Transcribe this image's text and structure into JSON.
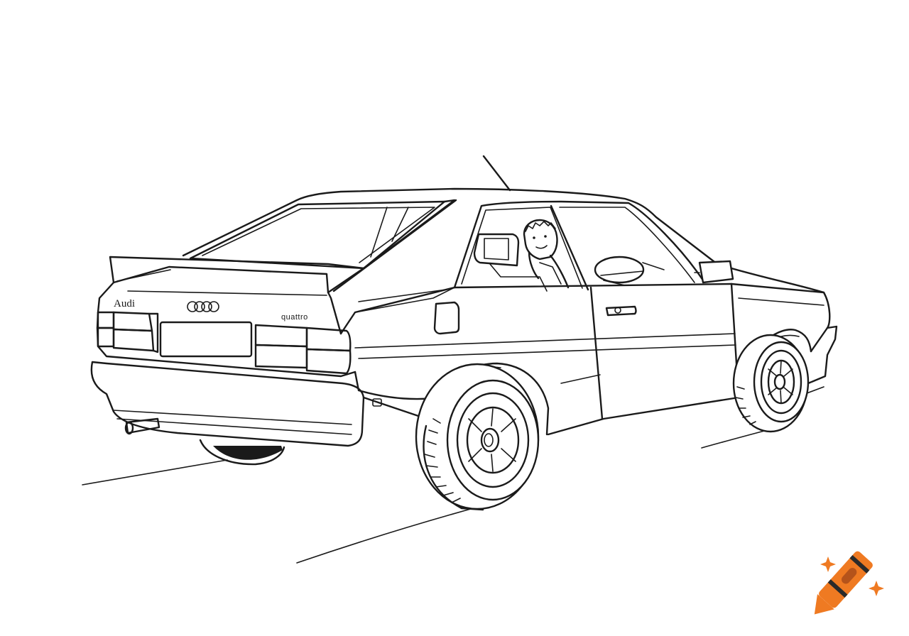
{
  "scene": {
    "background": "#ffffff",
    "line_color": "#1a1a1a",
    "taillight_red": "#e83a2c",
    "taillight_amber": "#f2a43a",
    "watermark_orange": "#ef7a22",
    "watermark_dark": "#2a2a2a"
  },
  "car": {
    "badge_text": "Audi",
    "model_text": "quattro",
    "rings_icon": "four-rings-logo"
  },
  "watermark": {
    "icon": "crayon-logo-icon",
    "sparkle_icon": "sparkle-icon"
  }
}
